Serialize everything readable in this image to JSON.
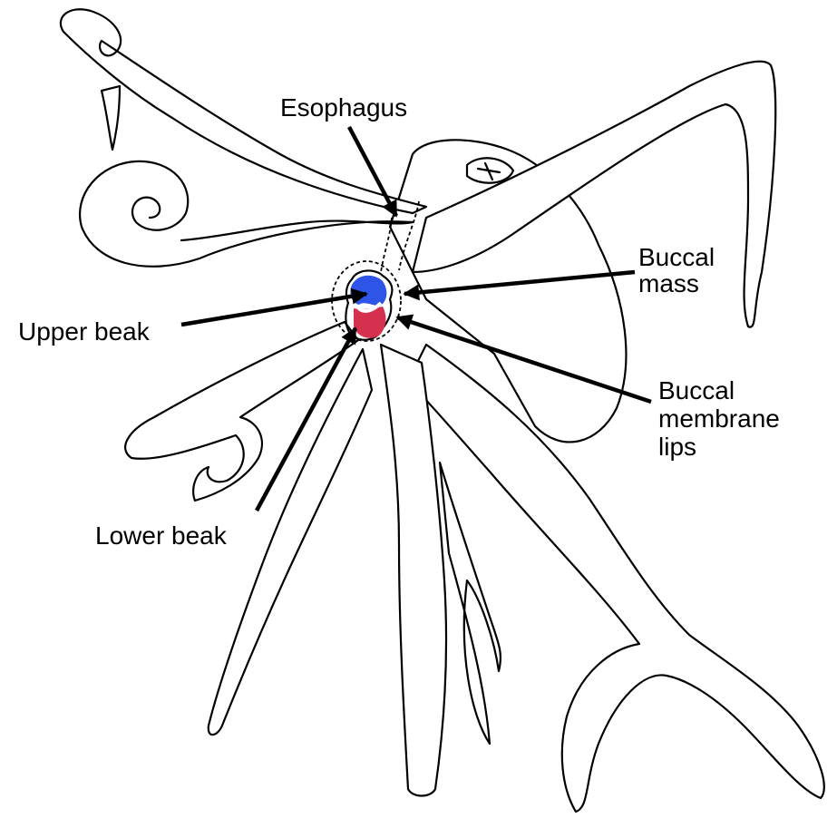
{
  "labels": {
    "esophagus": "Esophagus",
    "buccal_mass_line1": "Buccal",
    "buccal_mass_line2": "mass",
    "upper_beak": "Upper beak",
    "buccal_membrane_line1": "Buccal",
    "buccal_membrane_line2": "membrane",
    "buccal_membrane_line3": "lips",
    "lower_beak": "Lower beak"
  },
  "colors": {
    "upper_beak": "#2f55e8",
    "lower_beak": "#d6304f",
    "outline": "#000000",
    "background": "#ffffff"
  }
}
